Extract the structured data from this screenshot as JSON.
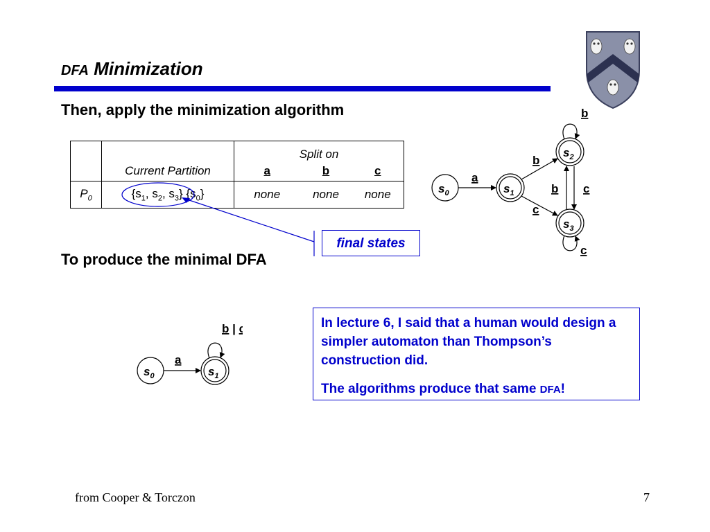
{
  "slide": {
    "title_small": "DFA",
    "title_main": " Minimization",
    "line1": "Then, apply the minimization algorithm",
    "line2": "To produce the minimal DFA",
    "footer_source": "from Cooper & Torczon",
    "page_number": "7"
  },
  "table": {
    "split_on": "Split on",
    "current_partition": "Current Partition",
    "col_a": "a",
    "col_b": "b",
    "col_c": "c",
    "row_label": "P",
    "row_label_sub": "0",
    "partition_open": "{",
    "s1": "s",
    "s1_sub": "1",
    "comma1": ", ",
    "s2": "s",
    "s2_sub": "2",
    "comma2": ", ",
    "s3": "s",
    "s3_sub": "3",
    "mid": "} {",
    "s0": "s",
    "s0_sub": "0",
    "partition_close": "}",
    "split_a": "none",
    "split_b": "none",
    "split_c": "none"
  },
  "callout": {
    "label": "final states"
  },
  "note": {
    "para1": "In lecture 6, I said that a human would design a simpler automaton than Thompson’s construction did.",
    "para2_start": "The algorithms produce that same ",
    "para2_dfa": "DFA",
    "para2_end": "!"
  },
  "dfa_full": {
    "s0": "s",
    "s0_sub": "0",
    "s1": "s",
    "s1_sub": "1",
    "s2": "s",
    "s2_sub": "2",
    "s3": "s",
    "s3_sub": "3",
    "edge_a": "a",
    "edge_s1_s2": "b",
    "edge_s1_s3": "c",
    "edge_s3_s2": "b",
    "edge_s2_s3": "c",
    "loop_s2": "b",
    "loop_s3": "c"
  },
  "dfa_min": {
    "s0": "s",
    "s0_sub": "0",
    "s1": "s",
    "s1_sub": "1",
    "edge_a": "a",
    "loop_b": "b",
    "loop_sep": " | ",
    "loop_c": "c"
  },
  "colors": {
    "accent_blue": "#0000cc",
    "text": "#000000"
  },
  "icons": {
    "crest": "rice-university-owl-shield"
  }
}
